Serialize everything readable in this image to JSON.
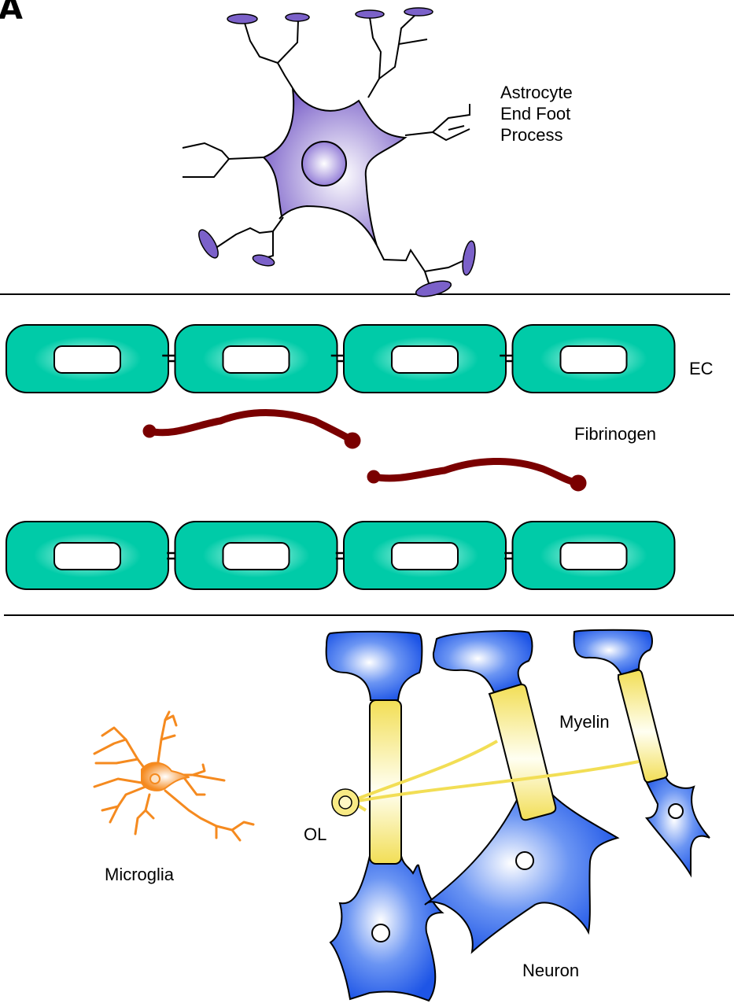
{
  "panel_label": "A",
  "labels": {
    "astrocyte": [
      "Astrocyte",
      "End Foot",
      "Process"
    ],
    "ec": "EC",
    "fibrinogen": "Fibrinogen",
    "myelin": "Myelin",
    "ol": "OL",
    "microglia": "Microglia",
    "neuron": "Neuron"
  },
  "colors": {
    "astrocyte": "#7b61c9",
    "endothelial": "#00cba8",
    "fibrinogen": "#7a0000",
    "neuron": "#1e55e6",
    "myelin": "#f2de55",
    "microglia": "#f58a1f"
  },
  "counts": {
    "endothelial_cells_per_row": 4,
    "endothelial_rows": 2,
    "fibrinogen_strands": 2,
    "neurons": 3
  }
}
